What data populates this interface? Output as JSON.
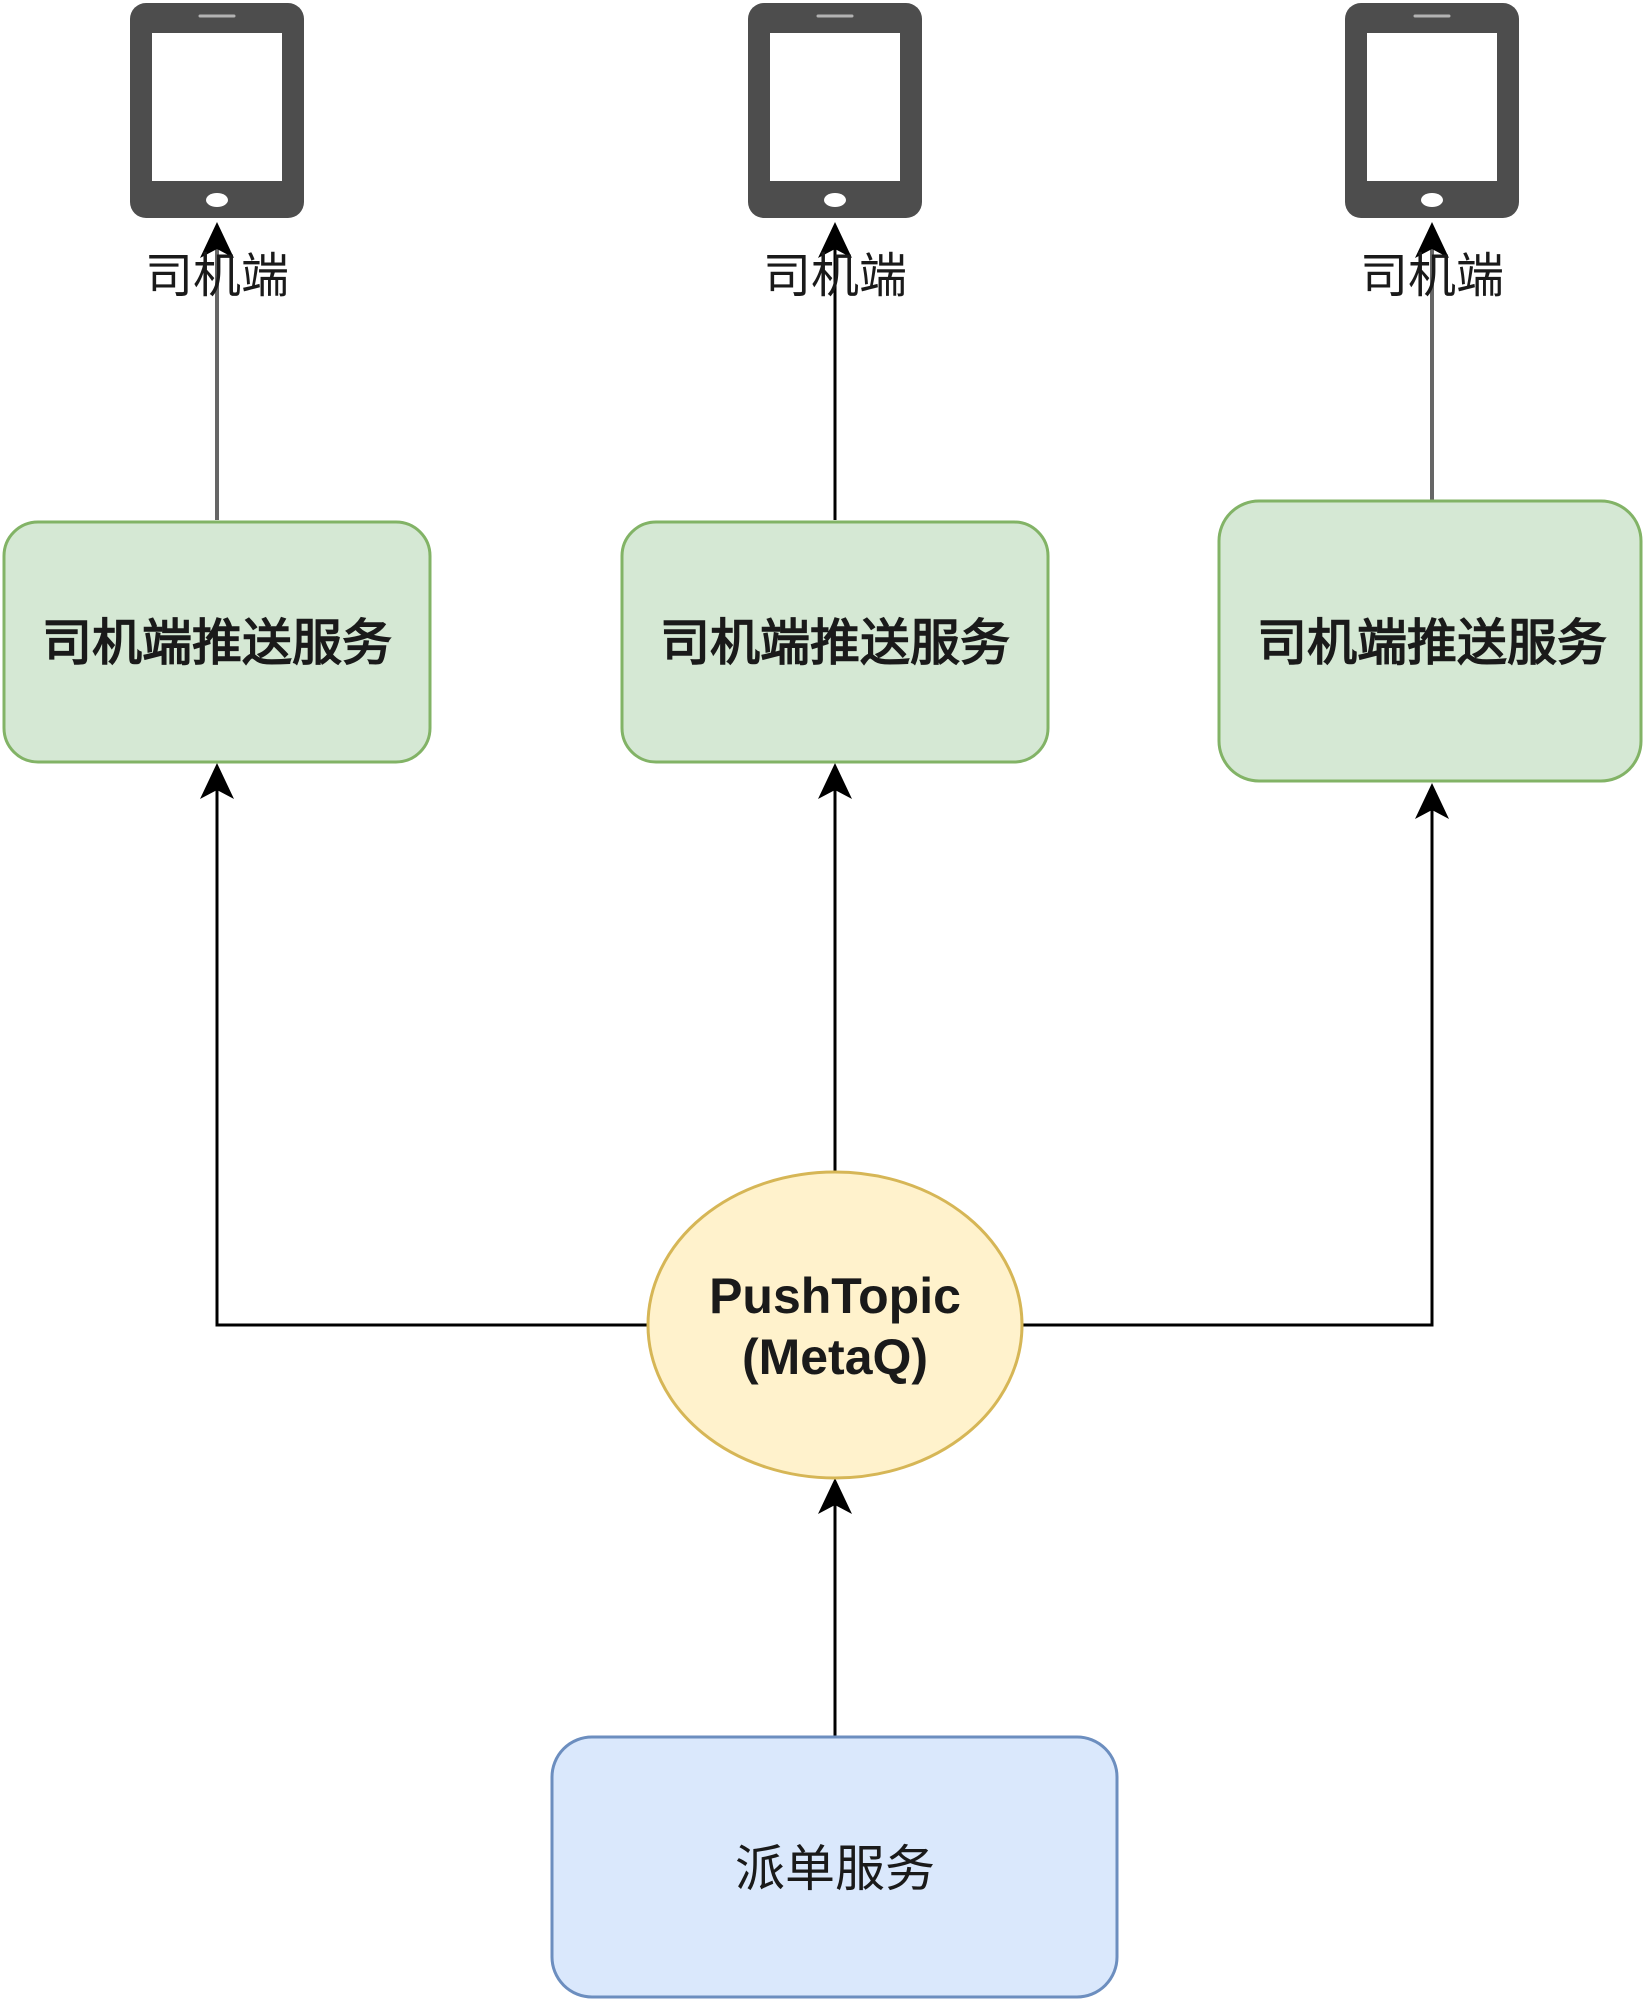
{
  "diagram": {
    "devices": [
      {
        "label": "司机端",
        "icon": "tablet-icon"
      },
      {
        "label": "司机端",
        "icon": "tablet-icon"
      },
      {
        "label": "司机端",
        "icon": "tablet-icon"
      }
    ],
    "push_services": [
      {
        "label": "司机端推送服务"
      },
      {
        "label": "司机端推送服务"
      },
      {
        "label": "司机端推送服务"
      }
    ],
    "topic": {
      "line1": "PushTopic",
      "line2": "(MetaQ)"
    },
    "dispatch": {
      "label": "派单服务"
    },
    "colors": {
      "service_fill": "#d5e8d4",
      "service_border": "#82b366",
      "topic_fill": "#fff2cc",
      "topic_border": "#d6b656",
      "dispatch_fill": "#dae8fc",
      "dispatch_border": "#6c8ebf",
      "device_icon": "#4d4d4d"
    }
  }
}
